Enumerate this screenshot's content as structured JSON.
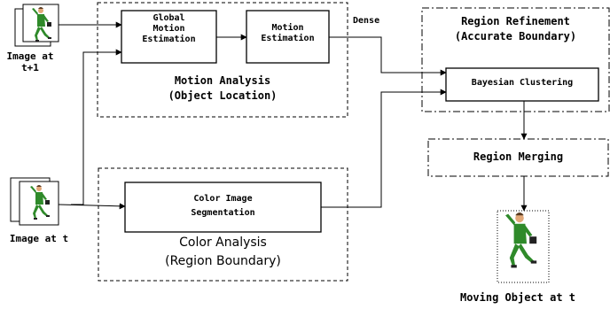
{
  "inputs": {
    "frame_t1_label": [
      "Image at",
      "t+1"
    ],
    "frame_t_label": "Image at t"
  },
  "motion": {
    "global_box": [
      "Global",
      "Motion",
      "Estimation"
    ],
    "motion_box": [
      "Motion",
      "Estimation"
    ],
    "region_title": [
      "Motion Analysis",
      "(Object Location)"
    ],
    "edge_label": "Dense"
  },
  "color": {
    "segmentation_box": [
      "Color Image",
      "Segmentation"
    ],
    "region_title": [
      "Color Analysis",
      "(Region  Boundary)"
    ]
  },
  "refinement": {
    "region_title": [
      "Region  Refinement",
      "(Accurate Boundary)"
    ],
    "bayes_box": "Bayesian Clustering"
  },
  "merging": {
    "box": "Region  Merging"
  },
  "output": {
    "label": "Moving Object at t"
  },
  "colors": {
    "stroke": "#000000",
    "figure_suit": "#2f8a2a",
    "figure_skin": "#e2a878",
    "background": "#ffffff"
  },
  "icons": [
    "running-man-image",
    "running-man-image",
    "running-man-image"
  ]
}
